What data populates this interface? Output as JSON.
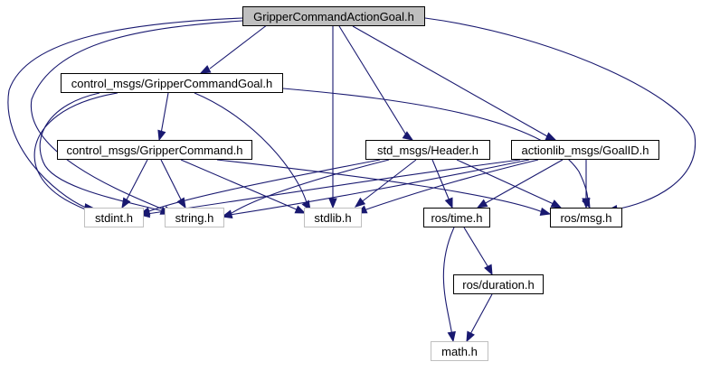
{
  "diagram": {
    "title": "GripperCommandActionGoal.h include dependency graph",
    "edge_color": "#191970",
    "nodes": [
      {
        "id": "root",
        "label": "GripperCommandActionGoal.h",
        "kind": "root"
      },
      {
        "id": "goal",
        "label": "control_msgs/GripperCommandGoal.h",
        "kind": "documented"
      },
      {
        "id": "cmd",
        "label": "control_msgs/GripperCommand.h",
        "kind": "documented"
      },
      {
        "id": "header",
        "label": "std_msgs/Header.h",
        "kind": "documented"
      },
      {
        "id": "goalid",
        "label": "actionlib_msgs/GoalID.h",
        "kind": "documented"
      },
      {
        "id": "stdint",
        "label": "stdint.h",
        "kind": "external"
      },
      {
        "id": "string",
        "label": "string.h",
        "kind": "external"
      },
      {
        "id": "stdlib",
        "label": "stdlib.h",
        "kind": "external"
      },
      {
        "id": "time",
        "label": "ros/time.h",
        "kind": "documented"
      },
      {
        "id": "msg",
        "label": "ros/msg.h",
        "kind": "documented"
      },
      {
        "id": "duration",
        "label": "ros/duration.h",
        "kind": "documented"
      },
      {
        "id": "math",
        "label": "math.h",
        "kind": "external"
      }
    ],
    "edges": [
      [
        "root",
        "goal"
      ],
      [
        "root",
        "stdint"
      ],
      [
        "root",
        "string"
      ],
      [
        "root",
        "stdlib"
      ],
      [
        "root",
        "header"
      ],
      [
        "root",
        "goalid"
      ],
      [
        "root",
        "msg"
      ],
      [
        "goal",
        "cmd"
      ],
      [
        "goal",
        "stdint"
      ],
      [
        "goal",
        "string"
      ],
      [
        "goal",
        "stdlib"
      ],
      [
        "goal",
        "msg"
      ],
      [
        "cmd",
        "stdint"
      ],
      [
        "cmd",
        "string"
      ],
      [
        "cmd",
        "stdlib"
      ],
      [
        "cmd",
        "msg"
      ],
      [
        "header",
        "stdint"
      ],
      [
        "header",
        "string"
      ],
      [
        "header",
        "stdlib"
      ],
      [
        "header",
        "time"
      ],
      [
        "header",
        "msg"
      ],
      [
        "goalid",
        "stdint"
      ],
      [
        "goalid",
        "string"
      ],
      [
        "goalid",
        "stdlib"
      ],
      [
        "goalid",
        "time"
      ],
      [
        "goalid",
        "msg"
      ],
      [
        "time",
        "duration"
      ],
      [
        "time",
        "math"
      ],
      [
        "duration",
        "math"
      ]
    ]
  }
}
